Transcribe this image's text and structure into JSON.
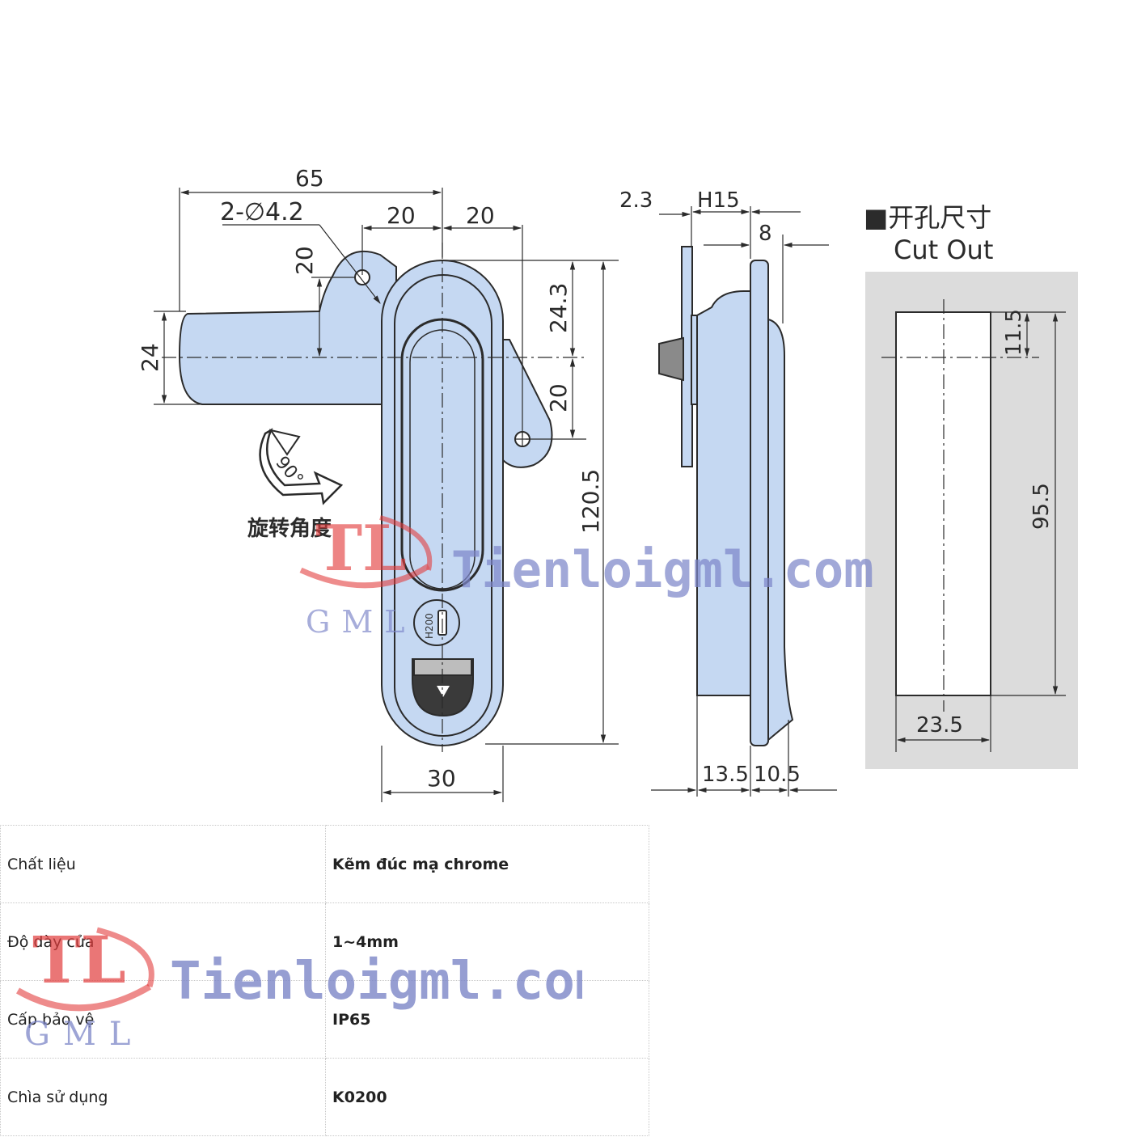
{
  "drawing": {
    "dims": {
      "w65": "65",
      "holes": "2-∅4.2",
      "d20a": "20",
      "d20b": "20",
      "d20c": "20",
      "d24": "24",
      "d24_3": "24.3",
      "d20d": "20",
      "d120_5": "120.5",
      "d30": "30",
      "d2_3": "2.3",
      "h15": "H15",
      "d8": "8",
      "d13_5": "13.5",
      "d10_5": "10.5"
    },
    "rotation": {
      "angle": "90°",
      "label": "旋转角度"
    },
    "lock_code": "H200",
    "cutout": {
      "title_cn": "■开孔尺寸",
      "title_en": "Cut Out",
      "d11_5": "11.5",
      "d95_5": "95.5",
      "d23_5": "23.5"
    },
    "colors": {
      "part_fill": "#c5d8f2",
      "outline": "#2b2b2b",
      "cutout_bg": "#dcdcdc"
    }
  },
  "watermark": {
    "monogram": "TL",
    "brand": "GML",
    "site": "Tienloigml.com",
    "colors": {
      "red": "#e23d3d",
      "blue": "#7d86c8"
    }
  },
  "specs": [
    {
      "key": "Chất liệu",
      "value": "Kẽm đúc mạ chrome"
    },
    {
      "key": "Độ dày cửa",
      "value": "1~4mm"
    },
    {
      "key": "Cấp bảo vệ",
      "value": "IP65"
    },
    {
      "key": "Chìa sử dụng",
      "value": "K0200"
    }
  ]
}
